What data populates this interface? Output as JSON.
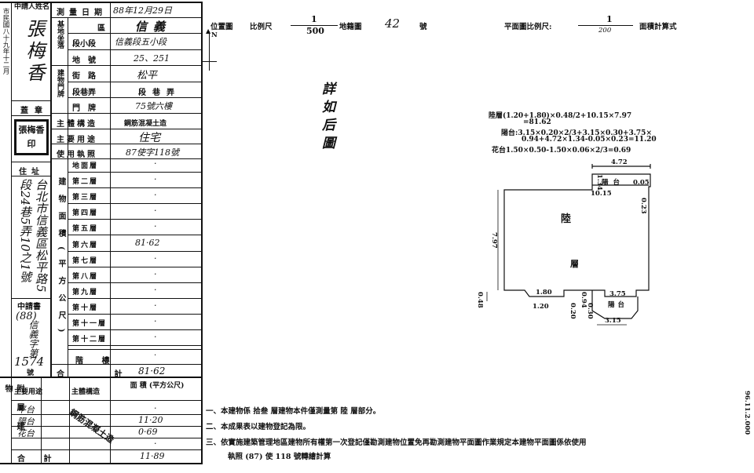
{
  "applicant": {
    "name_label": "中請人姓名",
    "name": "張梅香",
    "seal_label": "蓋章",
    "seal_text": "張梅香印",
    "address_label": "住址",
    "address": "台北市信義區松平路5段24巷5弄10之1號",
    "doc_label": "中請書",
    "doc_year": "(88)",
    "doc_word": "信義字第",
    "doc_no": "1574",
    "doc_suffix": "號"
  },
  "left_edge_text": "市民國八十九年十二月",
  "survey": {
    "date_label": "測量日期",
    "date_value": "88年12月29日",
    "base_label": "基地坐落",
    "district_label": "區",
    "district_value": "信義",
    "section_label": "段小段",
    "section_value": "信義段五小段",
    "lot_label": "地號",
    "lot_value": "25、251",
    "door_label": "建物門牌",
    "street_label": "街路",
    "street_value": "松平",
    "lane_label": "段巷弄",
    "lane_value": "段巷弄",
    "door_no_label": "門牌",
    "door_no_value": "75號六樓",
    "structure_label": "主體構造",
    "structure_value": "鋼筋混凝土造",
    "use_label": "主要用途",
    "use_value": "住宅",
    "license_label": "使用執照",
    "license_value": "87使字118號",
    "area_label": "建物面積(平方公尺)",
    "floors": [
      {
        "name": "地面層",
        "value": "·"
      },
      {
        "name": "第二層",
        "value": "·"
      },
      {
        "name": "第三層",
        "value": "·"
      },
      {
        "name": "第四層",
        "value": "·"
      },
      {
        "name": "第五層",
        "value": "·"
      },
      {
        "name": "第六層",
        "value": "81·62"
      },
      {
        "name": "第七層",
        "value": "·"
      },
      {
        "name": "第八層",
        "value": "·"
      },
      {
        "name": "第九層",
        "value": "·"
      },
      {
        "name": "第十層",
        "value": "·"
      },
      {
        "name": "第十一層",
        "value": "·"
      },
      {
        "name": "第十二層",
        "value": "·"
      }
    ],
    "stair_label": "階 樓",
    "stair_value": "·",
    "total_label": "合 計",
    "total_value": "81·62"
  },
  "attached": {
    "side_label": "附屬建物",
    "col_use": "主要用途",
    "col_struct": "主體構造",
    "col_area": "面 積 (平方公尺)",
    "rows": [
      {
        "use": "平台",
        "area": "·"
      },
      {
        "use": "陽台",
        "area": "11·20"
      },
      {
        "use": "花台",
        "area": "0·69"
      },
      {
        "use": "",
        "area": "·"
      }
    ],
    "struct_value": "鋼筋混凝土造",
    "total_label": "合 計",
    "total_value": "11·89"
  },
  "header": {
    "location_label": "位置圖",
    "scale_label": "比例尺",
    "scale_num": "1",
    "scale_den": "500",
    "lot_map_label": "地籍圖",
    "lot_map_value": "42",
    "lot_map_suffix": "號",
    "plan_label": "平面圖比例尺:",
    "plan_scale_num": "1",
    "plan_scale_den": "200",
    "area_calc_label": "面積計算式",
    "north": "N"
  },
  "stamp_text": "詳如后圖",
  "formulas": [
    "陸層(1.20+1.80)×0.48/2+10.15×7.97",
    "=81.62",
    "陽台:3.15×0.20×2/3+3.15×0.30+3.75×",
    "0.94+4.72×1.34-0.05×0.23=11.20",
    "花台1.50×0.50-1.50×0.06×2/3=0.69"
  ],
  "plan": {
    "room_label_1": "陸",
    "room_label_2": "層",
    "balcony_label": "陽台",
    "dims": {
      "top_width": "4.72",
      "top_right": "0.05",
      "top_left": "1.34",
      "top_inner": "10.15",
      "right_small": "0.23",
      "left_height": "7.97",
      "left_step": "0.48",
      "bottom_1": "1.80",
      "bottom_2": "1.20",
      "bottom_3": "0.20",
      "bottom_4": "0.94",
      "bottom_5": "0.30",
      "bottom_6": "3.75",
      "bottom_7": "3.15"
    }
  },
  "notes": [
    "一、本建物係 拾叁 層建物本件僅測量第 陸 層部分。",
    "二、本成果表以建物登記為限。",
    "三、依實施建築管理地區建物所有權第一次登記僅勘測建物位置免再勘測建物平面圖作業規定本建物平面圖係依使用",
    "執照 (87) 使 118 號轉繪計算"
  ],
  "right_edge_text": "96.11.2.000"
}
